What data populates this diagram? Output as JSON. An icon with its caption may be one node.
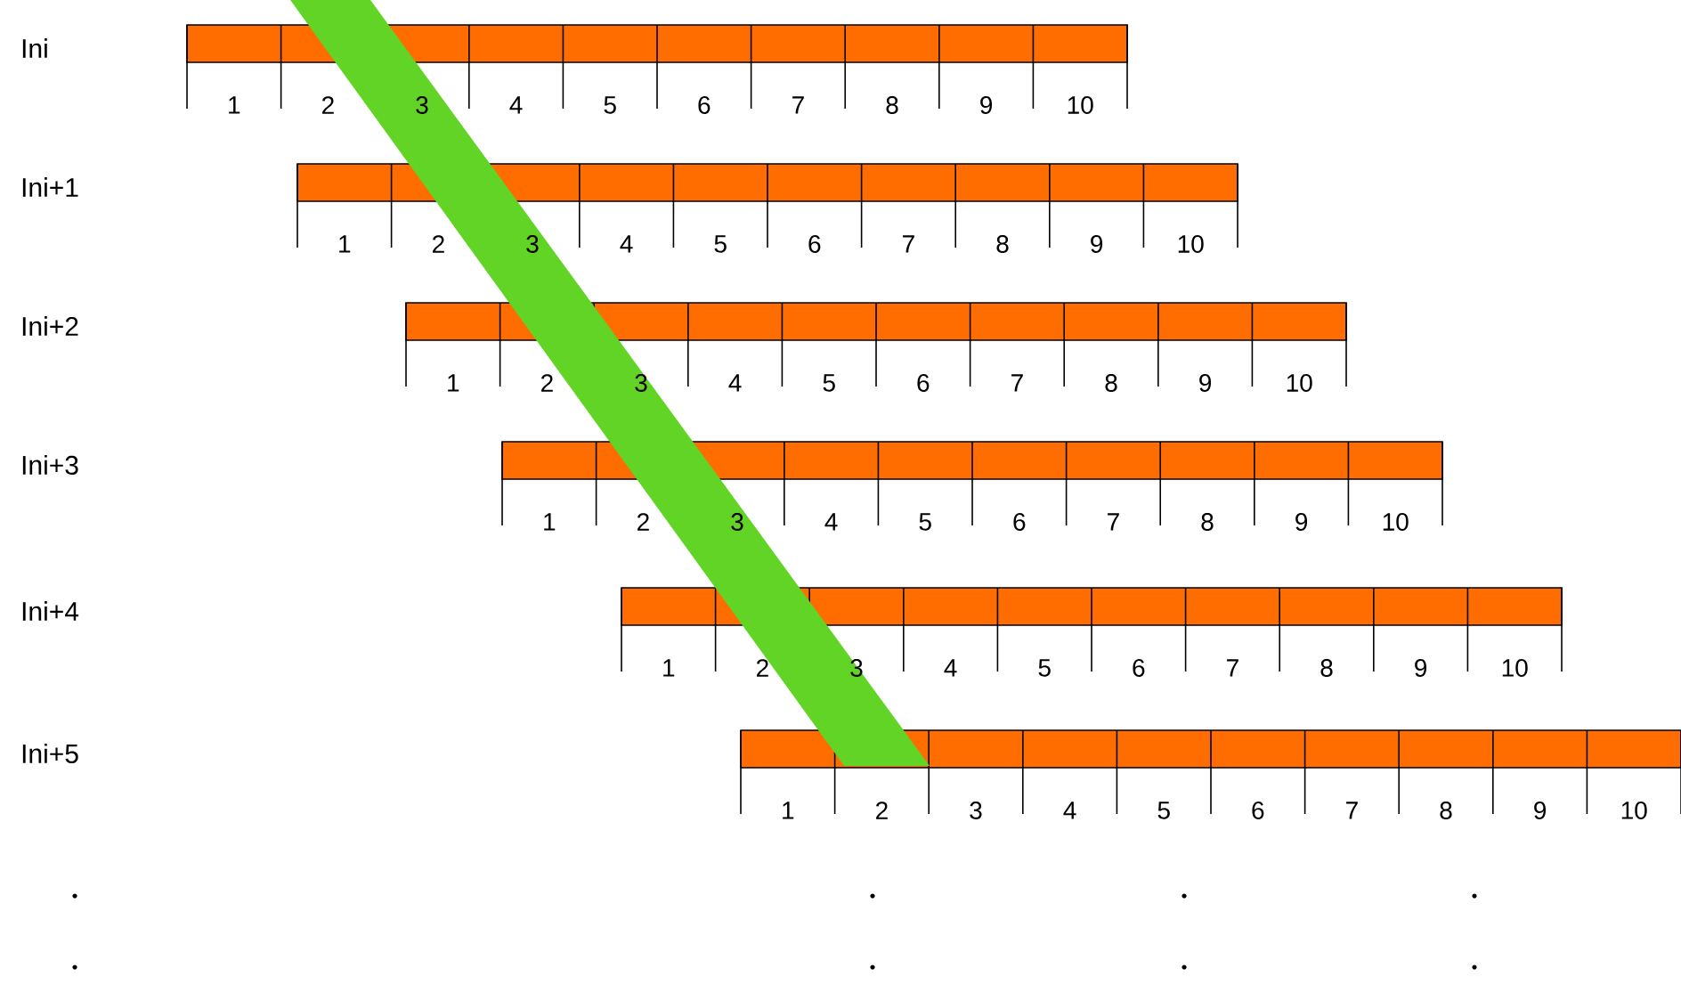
{
  "diagram": {
    "labels": [
      "Ini",
      "1",
      "2",
      "3",
      "4",
      "5",
      "6",
      "7",
      "8",
      "9",
      "10",
      "Ini+1",
      "1",
      "2",
      "3",
      "4",
      "5",
      "6",
      "7",
      "8",
      "9",
      "10",
      "Ini+2",
      "1",
      "2",
      "3",
      "4",
      "5",
      "6",
      "7",
      "8",
      "9",
      "10",
      "Ini+3",
      "1",
      "2",
      "3",
      "4",
      "5",
      "6",
      "7",
      "8",
      "9",
      "10",
      "Ini+4",
      "1",
      "2",
      "3",
      "4",
      "5",
      "6",
      "7",
      "8",
      "9",
      "10",
      "Ini+5",
      "1",
      "2",
      "3",
      "4",
      "5",
      "6",
      "7",
      "8",
      "9",
      "10"
    ]
  }
}
